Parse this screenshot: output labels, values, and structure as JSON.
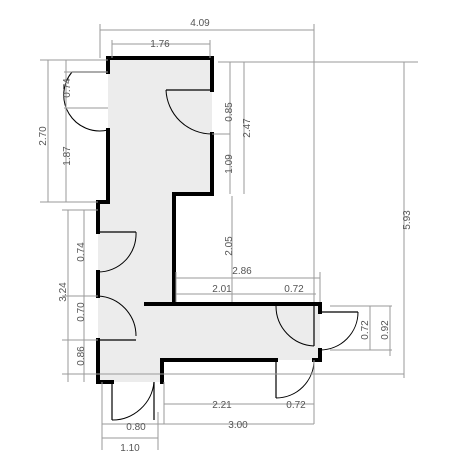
{
  "plan": {
    "dimensions": {
      "overall_width": "4.09",
      "top_width": "1.76",
      "overall_height": "5.93",
      "left_upper": "2.70",
      "left_door_top": "0.74",
      "left_segment": "1.87",
      "left_lower": "3.24",
      "left_door_mid": "0.74",
      "left_door_low": "0.70",
      "left_bottom": "0.86",
      "inner_door_top": "0.85",
      "inner_right_height": "2.47",
      "inner_segment": "1.09",
      "corridor_height": "2.05",
      "corridor_width": "2.86",
      "corridor_inner": "2.01",
      "opening_top": "0.72",
      "right_door": "0.72",
      "right_height": "0.92",
      "bottom_inner": "2.21",
      "bottom_door": "0.72",
      "bottom_total": "3.00",
      "bottom_door_left": "0.80",
      "bottom_left": "1.10"
    }
  }
}
